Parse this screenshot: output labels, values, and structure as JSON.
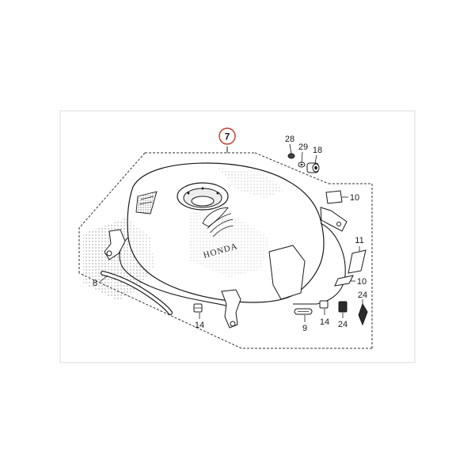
{
  "diagram": {
    "brand_text": "HONDA",
    "callouts": {
      "c7": "7",
      "c28": "28",
      "c29": "29",
      "c18": "18",
      "c10a": "10",
      "c11": "11",
      "c10b": "10",
      "c8": "8",
      "c14a": "14",
      "c9": "9",
      "c14b": "14",
      "c24a": "24",
      "c24b": "24"
    },
    "colors": {
      "line": "#1a1a1a",
      "frame": "#dddddd",
      "highlight_circle": "#c0392b"
    }
  }
}
